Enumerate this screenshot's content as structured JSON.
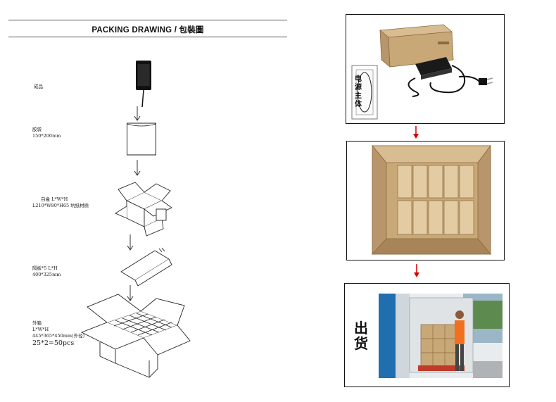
{
  "header": {
    "title": "PACKING DRAWING / 包裝圖"
  },
  "steps": [
    {
      "title": "成品",
      "spec": ""
    },
    {
      "title": "胶袋",
      "spec": "150*200mm"
    },
    {
      "title": "白盒  L*W*H",
      "spec": "L210*W80*H65 坑纸材质"
    },
    {
      "title": "隔板*5  L*H",
      "spec": "400*325mm"
    },
    {
      "title": "外箱",
      "subtitle": "L*W*H",
      "spec": "445*365*450mm(外径)",
      "quantity": "25*2=50pcs"
    }
  ],
  "photos": {
    "product": {
      "box_label": "电源主体",
      "stamp": "电源主体"
    },
    "shipping": {
      "stamp": "出货"
    }
  },
  "colors": {
    "arrow": "#d40000",
    "frame": "#111111",
    "carton": "#c9a877"
  }
}
